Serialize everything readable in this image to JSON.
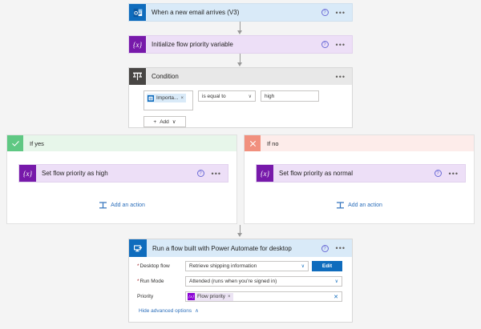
{
  "trigger": {
    "title": "When a new email arrives (V3)",
    "icon": "outlook-icon",
    "help": "?",
    "menu": "•••"
  },
  "initialize": {
    "title": "Initialize flow priority variable",
    "icon": "variable-icon",
    "help": "?",
    "menu": "•••"
  },
  "condition": {
    "title": "Condition",
    "icon": "condition-icon",
    "menu": "•••",
    "left_token": "Importa...",
    "left_token_remove": "×",
    "operator": "is equal to",
    "operator_chevron": "∨",
    "right_value": "high",
    "add_label": "Add",
    "add_plus": "+",
    "add_chevron": "∨"
  },
  "branch_yes": {
    "label": "If yes",
    "icon": "check-icon",
    "action_title": "Set flow priority as high",
    "action_icon": "variable-icon",
    "help": "?",
    "menu": "•••",
    "add_action": "Add an action",
    "add_action_icon": "add-action-icon"
  },
  "branch_no": {
    "label": "If no",
    "icon": "close-icon",
    "action_title": "Set flow priority as normal",
    "action_icon": "variable-icon",
    "help": "?",
    "menu": "•••",
    "add_action": "Add an action",
    "add_action_icon": "add-action-icon"
  },
  "desktop_flow": {
    "title": "Run a flow built with Power Automate for desktop",
    "icon": "desktop-flow-icon",
    "help": "?",
    "menu": "•••",
    "fields": {
      "desktop_flow": {
        "label": "Desktop flow",
        "required": "*",
        "value": "Retrieve shipping information",
        "chevron": "∨",
        "edit_button": "Edit"
      },
      "run_mode": {
        "label": "Run Mode",
        "required": "*",
        "value": "Attended (runs when you're signed in)",
        "chevron": "∨"
      },
      "priority": {
        "label": "Priority",
        "token": "Flow priority",
        "token_icon": "variable-icon",
        "token_remove": "×",
        "clear": "✕"
      }
    },
    "advanced_link": "Hide advanced options",
    "advanced_chevron": "∧"
  },
  "colors": {
    "trigger_bg": "#d9eaf8",
    "variable_bg": "#eddff7",
    "variable_icon": "#7719aa",
    "condition_icon": "#484644",
    "yes_header": "#e7f6ea",
    "yes_icon": "#5fc883",
    "no_header": "#fdecea",
    "no_icon": "#f1907e",
    "accent_blue": "#0f6cbd",
    "link_blue": "#2c6fbb",
    "canvas": "#f4f4f4"
  }
}
